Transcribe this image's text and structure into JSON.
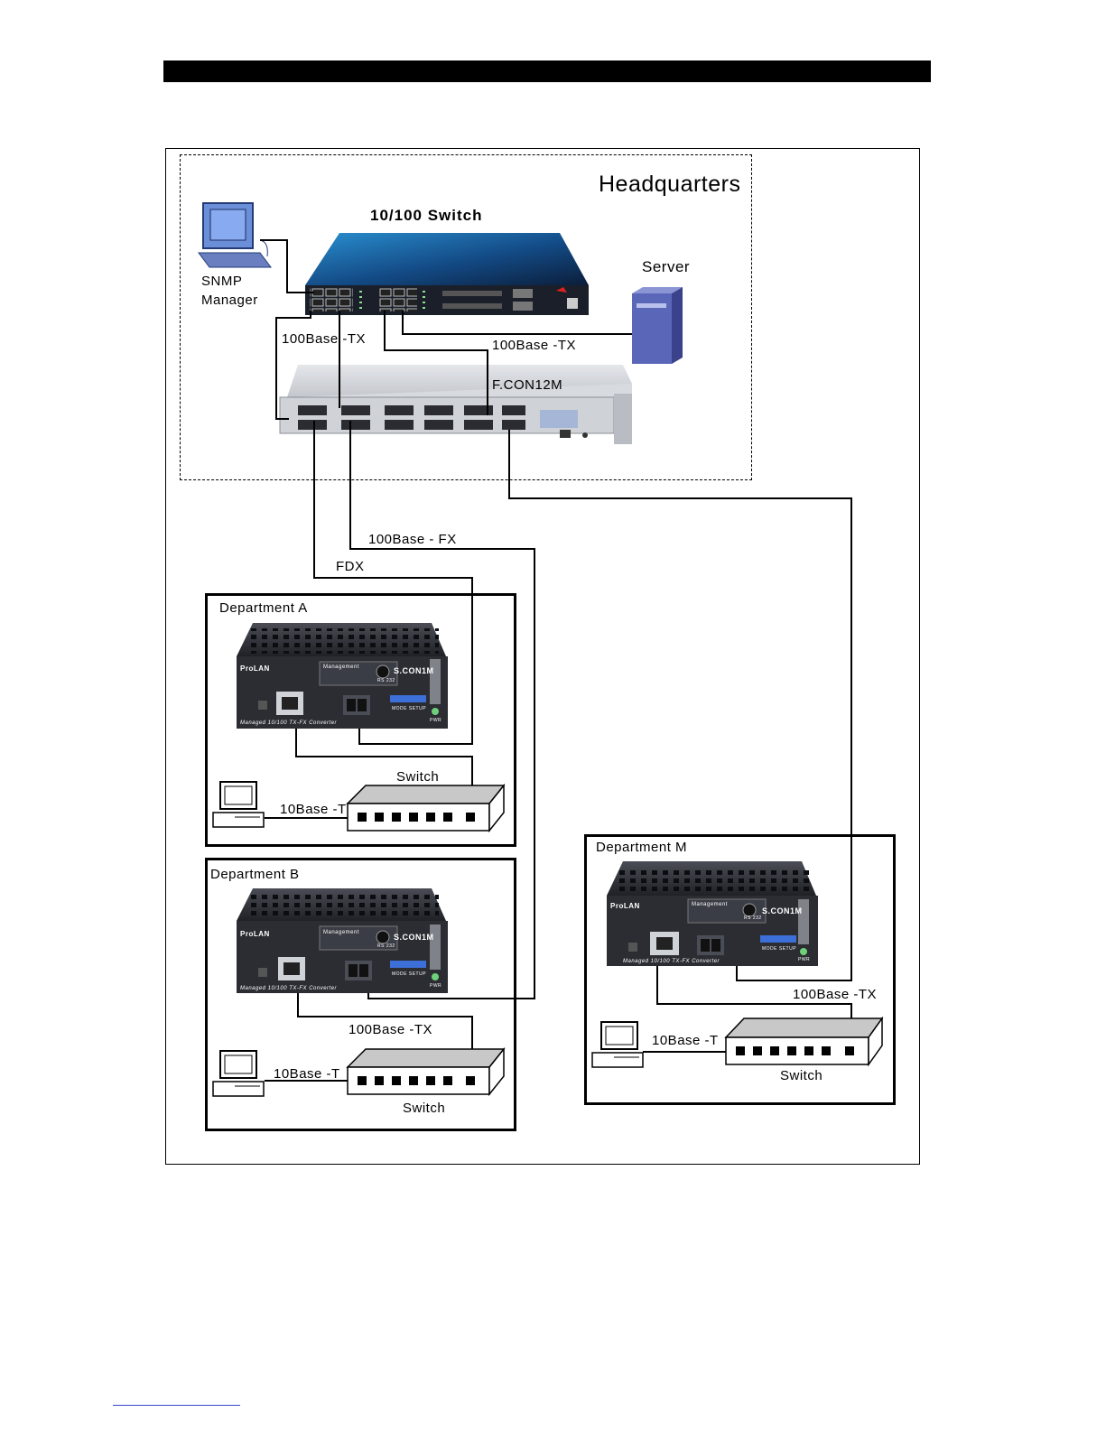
{
  "headquarters": {
    "title": "Headquarters",
    "switch_label": "10/100 Switch",
    "snmp_label_line1": "SNMP",
    "snmp_label_line2": "Manager",
    "server_label": "Server",
    "link_left_label": "100Base -TX",
    "link_right_label": "100Base -TX",
    "fcon_label": "F.CON12M"
  },
  "uplinks": {
    "fx_label": "100Base - FX",
    "fdx_label": "FDX"
  },
  "departments": [
    {
      "title": "Department A",
      "switch_label": "Switch",
      "pc_link_label": "10Base -T",
      "device_label": "S.CON1M"
    },
    {
      "title": "Department B",
      "switch_label": "Switch",
      "pc_link_label": "10Base -T",
      "uplink_label": "100Base -TX",
      "device_label": "S.CON1M"
    },
    {
      "title": "Department M",
      "switch_label": "Switch",
      "pc_link_label": "10Base -T",
      "uplink_label": "100Base -TX",
      "device_label": "S.CON1M"
    }
  ],
  "device_text": {
    "brand": "ProLAN",
    "management": "Management",
    "rs232": "RS 232",
    "mode_setup": "MODE SETUP",
    "pwr": "PWR",
    "caption": "Managed 10/100 TX-FX Converter"
  },
  "colors": {
    "switch_top": "#1e6aa8",
    "switch_dark": "#0b1e3a",
    "rack_gray": "#c9ccd1",
    "server_blue": "#5a67b8",
    "monitor_blue": "#6a8ed8",
    "converter_dark": "#2b2d33"
  }
}
